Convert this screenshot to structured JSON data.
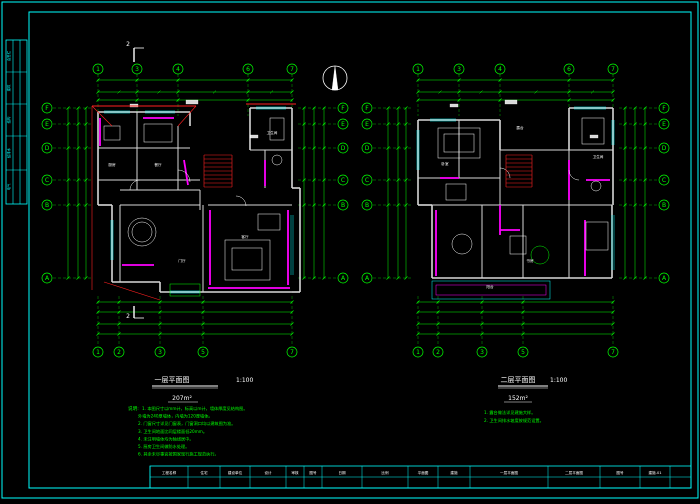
{
  "colors": {
    "background": "#000000",
    "frame": "#00ffff",
    "wall": "#d8d8d8",
    "axis": "#00ff00",
    "dimension": "#00ff00",
    "accent_wall": "#ff00ff",
    "stair": "#ff2020",
    "roof": "#ff2020",
    "furniture": "#ffffff",
    "window": "#00ffff",
    "text": "#ffffff",
    "note": "#00ff00"
  },
  "left_plan": {
    "title": "一层平面图",
    "scale": "1:100",
    "area": "207m²",
    "section_mark": "2",
    "col_axes_top": [
      "1",
      "3",
      "4",
      "6",
      "7"
    ],
    "col_axes_bottom": [
      "1",
      "2",
      "3",
      "5",
      "7"
    ],
    "row_axes": [
      "F",
      "E",
      "D",
      "C",
      "B",
      "A"
    ],
    "rooms": [
      "厨房",
      "餐厅",
      "客厅",
      "卫生间",
      "门厅"
    ]
  },
  "right_plan": {
    "title": "二层平面图",
    "scale": "1:100",
    "area": "152m²",
    "col_axes_top": [
      "1",
      "3",
      "4",
      "6",
      "7"
    ],
    "col_axes_bottom": [
      "1",
      "2",
      "3",
      "5",
      "7"
    ],
    "row_axes": [
      "F",
      "E",
      "D",
      "C",
      "B",
      "A"
    ],
    "rooms": [
      "卧室",
      "卫生间",
      "阳台",
      "露台",
      "书房"
    ]
  },
  "notes_left": {
    "heading": "说明:",
    "lines": [
      "1. 本图尺寸以mm计，标高以m计，墙体厚度见结构图。",
      "   外墙为240厚墙体，内墙为120厚墙体。",
      "2. 门窗尺寸详见门窗表，门窗洞口均以建筑图为准。",
      "3. 卫生间地面比同层楼面低20mm。",
      "4. 未注明墙体均为轴线居中。",
      "5. 厨房卫生间做防水处理。",
      "6. 其余未尽事宜按国家现行施工规范执行。"
    ]
  },
  "notes_right": {
    "lines": [
      "1. 露台做法详见建施大样。",
      "2. 卫生间排水坡度按规范设置。"
    ]
  },
  "title_block": {
    "cells": [
      "工程名称",
      "住宅",
      "建设单位",
      "设计",
      "审核",
      "图号",
      "日期",
      "比例",
      "平面图",
      "建施",
      "一层平面图",
      "二层平面图",
      "图号",
      "建施-01"
    ]
  },
  "left_strip": {
    "labels": [
      "会签栏",
      "建筑",
      "结构",
      "给排水",
      "电气"
    ]
  }
}
